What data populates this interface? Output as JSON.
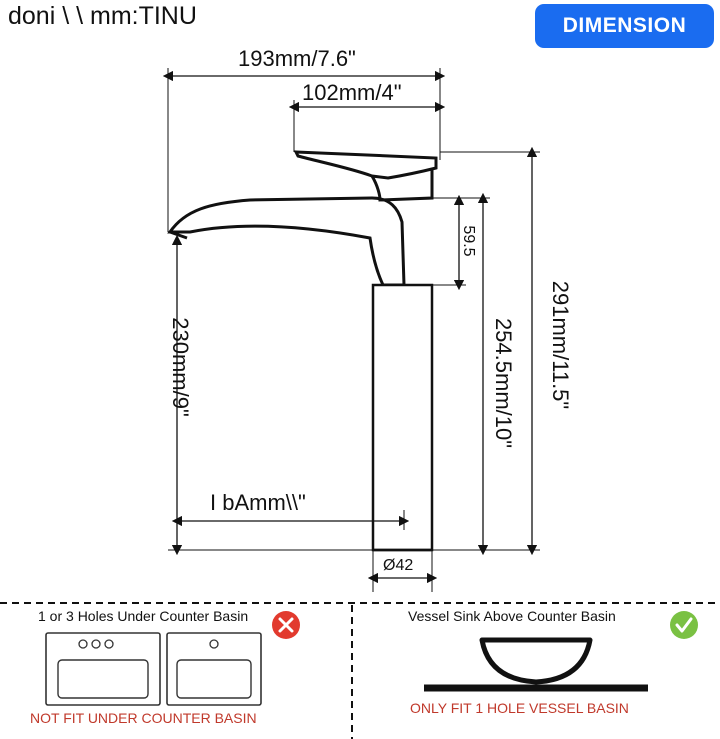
{
  "header": {
    "unit_label": "doni \\ \\ mm:TINU",
    "badge_label": "DIMENSION"
  },
  "dimensions": {
    "overall_depth": "193mm/7.6\"",
    "handle_depth": "102mm/4\"",
    "overall_height": "291mm/11.5\"",
    "spout_height": "230mm/9\"",
    "base_height": "254.5mm/10\"",
    "body_height": "59.5",
    "outlet": "I bAmm\\\\\"",
    "base_diameter": "Ø42"
  },
  "panels": {
    "not_fit": {
      "title": "1 or 3 Holes Under Counter Basin",
      "warning": "NOT FIT UNDER COUNTER BASIN"
    },
    "fit": {
      "title": "Vessel Sink Above Counter Basin",
      "note": "ONLY FIT 1 HOLE VESSEL BASIN"
    }
  },
  "colors": {
    "badge_blue": "#1a6cf0",
    "cross_red": "#e23a2e",
    "check_green": "#7ac143",
    "warning_red": "#c0392b",
    "ink": "#111111"
  },
  "icons": {
    "cross": "cross-icon",
    "check": "check-icon"
  }
}
